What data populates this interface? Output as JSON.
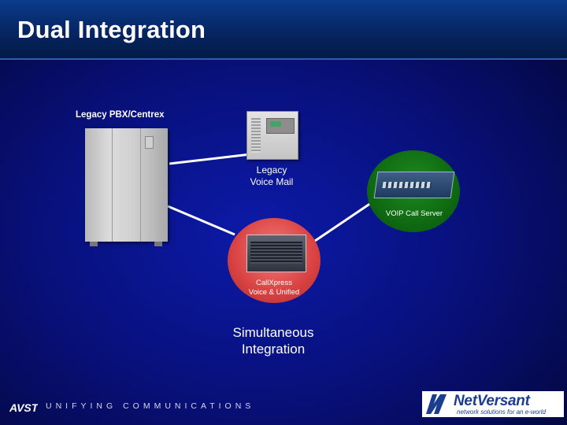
{
  "header": {
    "title": "Dual Integration"
  },
  "diagram": {
    "pbx_label": "Legacy PBX/Centrex",
    "voice_mail_label": "Legacy\nVoice Mail",
    "voip_label": "VOIP Call Server",
    "callxpress_label": "CallXpress\nVoice & Unified",
    "caption": "Simultaneous\nIntegration"
  },
  "footer": {
    "avst_logo": "AVST",
    "tagline": "UNIFYING COMMUNICATIONS",
    "netversant_name": "NetVersant",
    "netversant_tagline": "network solutions for an e-world"
  },
  "colors": {
    "background": "#08107a",
    "header": "#06245e",
    "voip_circle": "#1f8a1f",
    "callxpress_circle": "#dc4545"
  }
}
